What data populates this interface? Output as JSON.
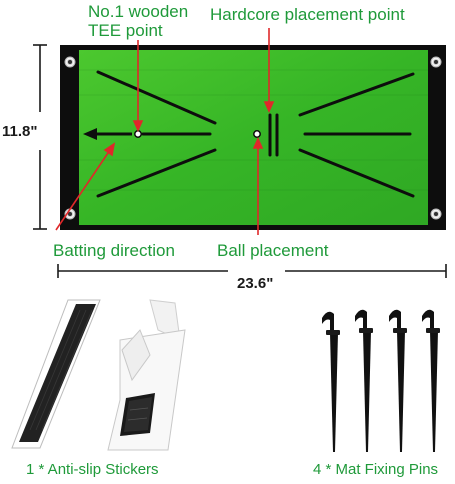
{
  "labels": {
    "tee_point_line1": "No.1 wooden",
    "tee_point_line2": "TEE point",
    "hardcore_point": "Hardcore placement point",
    "batting_direction": "Batting direction",
    "ball_placement": "Ball placement"
  },
  "dimensions": {
    "height": "11.8\"",
    "width": "23.6\""
  },
  "captions": {
    "stickers": "1 * Anti-slip Stickers",
    "pins": "4 * Mat Fixing Pins"
  },
  "colors": {
    "mat_green": "#3fbf2a",
    "mat_border": "#0d0d0d",
    "label_green": "#1f9a3a",
    "pointer_red": "#e0282a"
  },
  "icons": {
    "grommet": "grommet-icon",
    "arrow": "arrow-left-icon",
    "pin": "stake-pin-icon"
  }
}
